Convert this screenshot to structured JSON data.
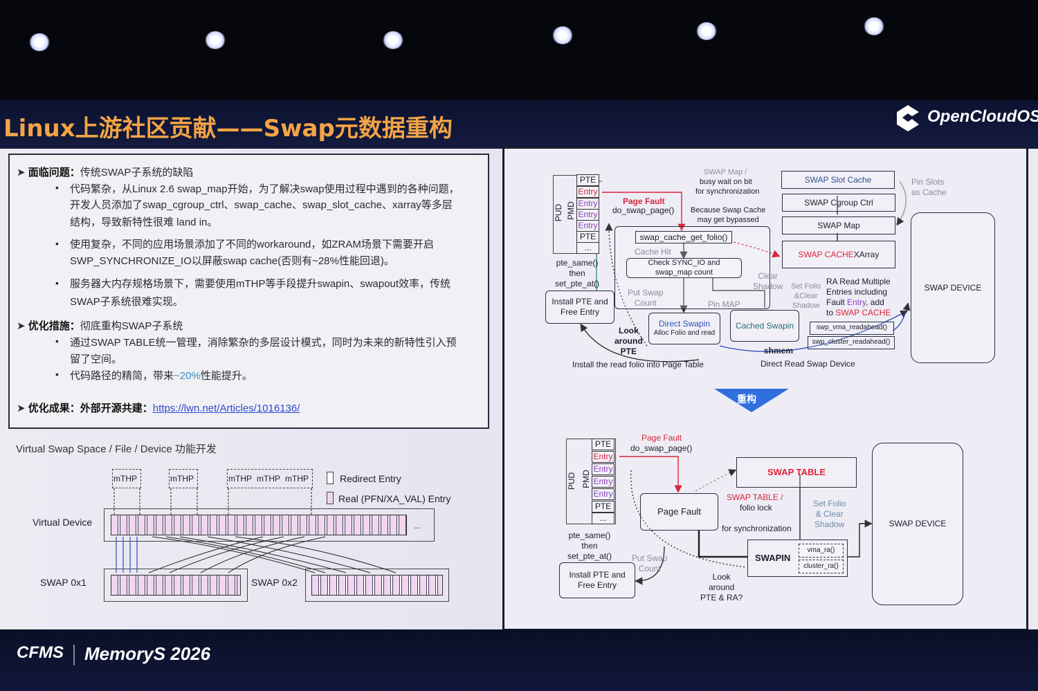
{
  "header": {
    "title": "Linux上游社区贡献——Swap元数据重构",
    "logo_text": "OpenCloudOS"
  },
  "problems": {
    "heading": "面临问题：",
    "subtitle": "传统SWAP子系统的缺陷",
    "bullets": [
      [
        "代码繁杂，从Linux 2.6 swap_map开始，为了解决swap使用过程中遇到的各种问题，",
        "开发人员添加了swap_cgroup_ctrl、swap_cache、swap_slot_cache、xarray等多层",
        "结构，导致新特性很难 land in。"
      ],
      [
        "使用复杂，不同的应用场景添加了不同的workaround，如ZRAM场景下需要开启",
        "SWP_SYNCHRONIZE_IO以屏蔽swap cache(否则有~28%性能回退)。"
      ],
      [
        "服务器大内存规格场景下，需要使用mTHP等手段提升swapin、swapout效率，传统",
        "SWAP子系统很难实现。"
      ]
    ]
  },
  "measures": {
    "heading": "优化措施：",
    "subtitle": "彻底重构SWAP子系统",
    "bullets": [
      [
        "通过SWAP TABLE统一管理，消除繁杂的多层设计模式，同时为未来的新特性引入预",
        "留了空间。"
      ],
      {
        "pre": "代码路径的精简，带来",
        "hl": "~20%",
        "post": "性能提升。"
      }
    ]
  },
  "results": {
    "heading": "优化成果：外部开源共建：",
    "link": "https://lwn.net/Articles/1016136/"
  },
  "vswap": {
    "title": "Virtual Swap Space / File / Device 功能开发",
    "mthp": "mTHP",
    "legend_redirect": "Redirect Entry",
    "legend_real": "Real (PFN/XA_VAL) Entry",
    "virtual_device": "Virtual Device",
    "ellipsis": "...",
    "swap1": "SWAP 0x1",
    "swap2": "SWAP 0x2"
  },
  "old": {
    "pud": "PUD",
    "pmd": "PMD",
    "pte": "PTE",
    "entry": "Entry",
    "dots": "...",
    "pte_same": "pte_same()\nthen\nset_pte_at()",
    "page_fault": "Page Fault",
    "do_swap_page": "do_swap_page()",
    "swap_map_note": "SWAP Map /",
    "busy_wait": "busy wait on bit",
    "for_sync": "for synchronization",
    "bypass": "Because Swap Cache\nmay get bypassed",
    "swap_cache_get_folio": "swap_cache_get_folio()",
    "cache_hit": "Cache Hit",
    "check_sync": "Check SYNC_IO and\nswap_map count",
    "install_pte": "Install PTE and\nFree Entry",
    "put_swap": "Put Swap\nCount",
    "pin_map": "Pin MAP",
    "clear_shadow": "Clear\nShadow",
    "set_folio": "Set Folio\n&Clear\nShadow",
    "direct_swapin": "Direct Swapin",
    "alloc_folio": "Alloc Folio and read",
    "cached_swapin": "Cached Swapin",
    "look_around": "Look\naround\nPTE",
    "shmem": "shmem",
    "install_read": "Install the read folio into Page Table",
    "direct_read": "Direct Read Swap Device",
    "slot_cache": "SWAP Slot Cache",
    "cgroup_ctrl": "SWAP Cgroup Ctrl",
    "swap_map": "SWAP Map",
    "swap_cache_red": "SWAP CACHE",
    "xarray": " XArray",
    "pin_slots": "Pin Slots\nas Cache",
    "ra_1": "RA Read Multiple",
    "ra_2": "Entries including",
    "ra_3a": "Fault ",
    "ra_3b": "Entry",
    "ra_3c": ", add",
    "ra_4a": "to ",
    "ra_4b": "SWAP CACHE",
    "vma_ra": "swp_vma_readahead()",
    "cluster_ra": "swp_cluster_readahead()",
    "swap_device": "SWAP DEVICE"
  },
  "refactor_label": "重构",
  "new": {
    "pte_same": "pte_same()\nthen\nset_pte_at()",
    "page_fault_red": "Page Fault",
    "do_swap_page": "do_swap_page()",
    "swap_table": "SWAP TABLE",
    "page_fault_box": "Page Fault",
    "st_lock_1": "SWAP TABLE /",
    "st_lock_2": "folio lock",
    "for_sync": "for synchronization",
    "set_folio": "Set Folio\n& Clear\nShadow",
    "swap_device": "SWAP DEVICE",
    "swapin": "SWAPIN",
    "vma_ra": "vma_ra()",
    "cluster_ra": "cluster_ra()",
    "put_swap": "Put Swap\nCount",
    "install_pte": "Install PTE and\nFree Entry",
    "look_around": "Look\naround\nPTE & RA?"
  },
  "footer": {
    "cfms": "CFMS",
    "memorys": "MemoryS 2026"
  }
}
